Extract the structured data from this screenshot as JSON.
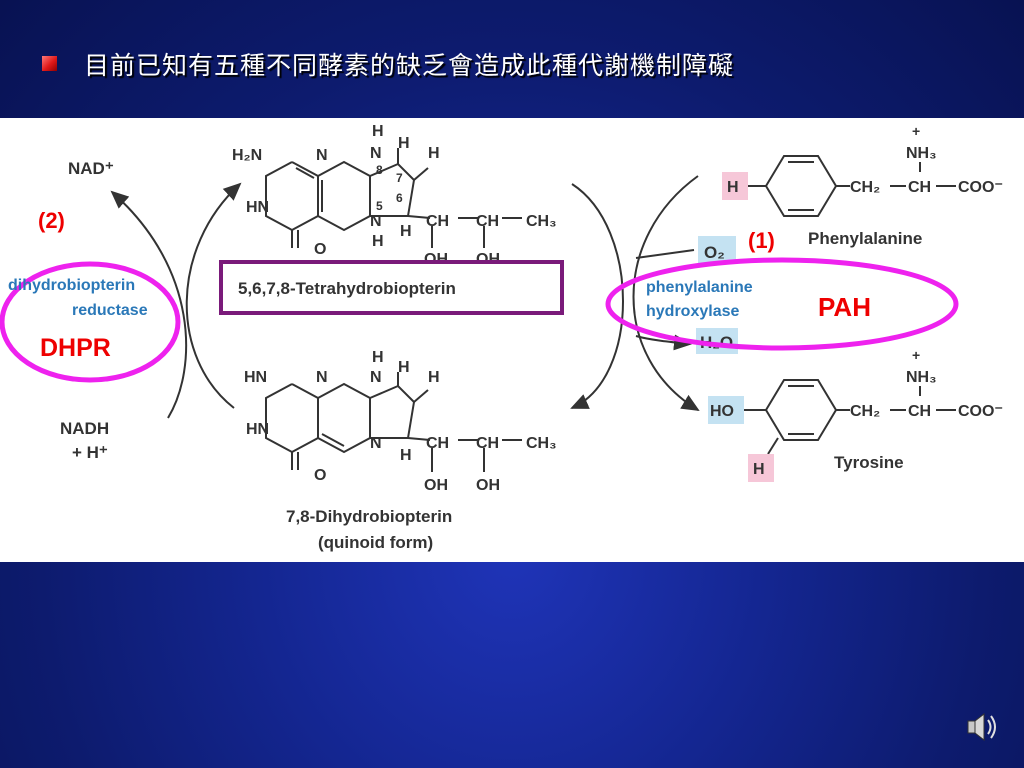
{
  "slide": {
    "title": "目前已知有五種不同酵素的缺乏會造成此種代謝機制障礙",
    "bullet_color": "#d91a1a",
    "background_color": "#0d1b6e"
  },
  "figure": {
    "cofactor_cycle": {
      "nad_plus": "NAD⁺",
      "nadh": "NADH",
      "h_plus": "+ H⁺",
      "enzyme_name_line1": "dihydrobiopterin",
      "enzyme_name_line2": "reductase",
      "step_label": "(2)",
      "abbreviation": "DHPR"
    },
    "tetrahydrobiopterin": {
      "label": "5,6,7,8-Tetrahydrobiopterin",
      "atoms": {
        "h2n": "H₂N",
        "n_top": "N",
        "hn": "HN",
        "o": "O",
        "nh8_h": "H",
        "n8": "N",
        "num8": "8",
        "num7": "7",
        "num6": "6",
        "num5": "5",
        "n5": "N",
        "n5_h": "H",
        "h7": "H",
        "h6": "H",
        "side_ch1": "CH",
        "side_ch2": "CH",
        "side_ch3": "CH₃",
        "oh1": "OH",
        "oh2": "OH"
      }
    },
    "dihydrobiopterin": {
      "label_line1": "7,8-Dihydrobiopterin",
      "label_line2": "(quinoid form)",
      "atoms": {
        "hn_top": "HN",
        "n_top": "N",
        "hn": "HN",
        "o": "O",
        "n8_h": "H",
        "n8": "N",
        "n5": "N",
        "h7": "H",
        "h6": "H",
        "side_ch1": "CH",
        "side_ch2": "CH",
        "side_ch3": "CH₃",
        "oh1": "OH",
        "oh2": "OH"
      }
    },
    "hydroxylase": {
      "o2": "O₂",
      "h2o": "H₂O",
      "enzyme_line1": "phenylalanine",
      "enzyme_line2": "hydroxylase",
      "step_label": "(1)",
      "abbreviation": "PAH"
    },
    "phenylalanine": {
      "name": "Phenylalanine",
      "h": "H",
      "ch2": "CH₂",
      "ch": "CH",
      "coo": "COO⁻",
      "nh3": "NH₃",
      "plus": "+"
    },
    "tyrosine": {
      "name": "Tyrosine",
      "ho": "HO",
      "h": "H",
      "ch2": "CH₂",
      "ch": "CH",
      "coo": "COO⁻",
      "nh3": "NH₃",
      "plus": "+"
    },
    "colors": {
      "highlight_magenta": "#ee22ee",
      "label_red": "#ee0000",
      "enzyme_blue": "#2a78b8",
      "box_purple": "#7a1a7a",
      "h_highlight_pink": "#f6c7d8",
      "ho_highlight_blue": "#c4e2f2"
    }
  },
  "footer": {
    "speaker_icon": "speaker-icon"
  }
}
